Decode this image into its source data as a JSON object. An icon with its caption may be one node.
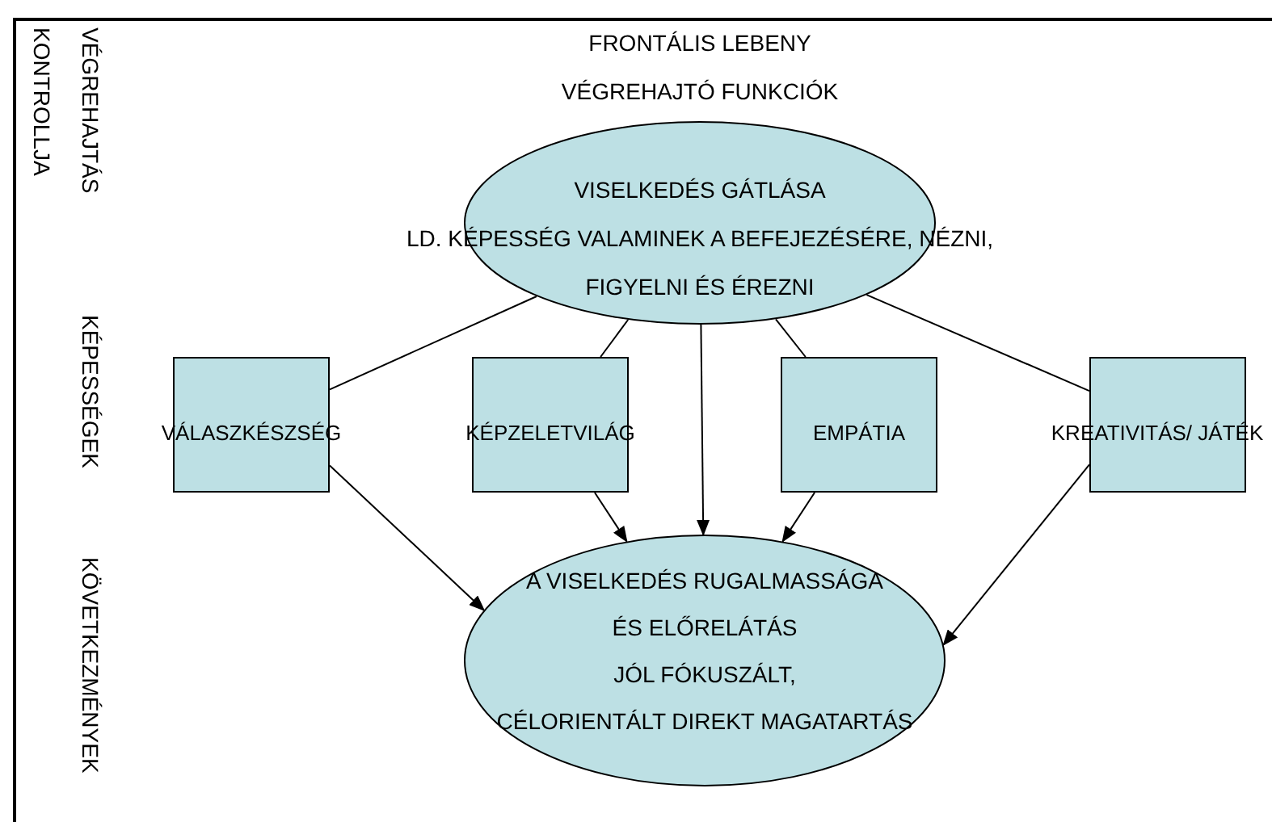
{
  "diagram": {
    "nodes": [
      {
        "text": [
          "VISELKEDÉS GÁTLÁSA",
          "LD. KÉPESSÉG VALAMINEK A BEFEJEZÉSÉRE,  NÉZNI,",
          "FIGYELNI ÉS ÉREZNI"
        ]
      },
      {
        "text": [
          "VÁLASZKÉSZSÉG"
        ]
      },
      {
        "text": [
          "KÉPZELETVILÁG"
        ]
      },
      {
        "text": [
          "EMPÁTIA"
        ]
      },
      {
        "text": [
          "KREATIVITÁS/ JÁTÉK"
        ]
      },
      {
        "text": [
          "A VISELKEDÉS RUGALMASSÁGA",
          "ÉS ELŐRELÁTÁS",
          "JÓL FÓKUSZÁLT,",
          "CÉLORIENTÁLT DIREKT MAGATARTÁS"
        ]
      }
    ],
    "edges": [
      {
        "from": 0,
        "to": 1,
        "arrow": "none"
      },
      {
        "from": 0,
        "to": 2,
        "arrow": "none"
      },
      {
        "from": 0,
        "to": 5,
        "arrow": "to"
      },
      {
        "from": 0,
        "to": 3,
        "arrow": "none"
      },
      {
        "from": 0,
        "to": 4,
        "arrow": "none"
      },
      {
        "from": 1,
        "to": 5,
        "arrow": "to"
      },
      {
        "from": 2,
        "to": 5,
        "arrow": "to"
      },
      {
        "from": 3,
        "to": 5,
        "arrow": "to"
      },
      {
        "from": 4,
        "to": 5,
        "arrow": "to"
      }
    ],
    "labels": [
      "KONTROLLJA",
      "VÉGREHAJTÁS",
      "FRONTÁLIS LEBENY",
      "VÉGREHAJTÓ FUNKCIÓK",
      "KÉPESSÉGEK",
      "KÖVETKEZMÉNYEK"
    ]
  }
}
